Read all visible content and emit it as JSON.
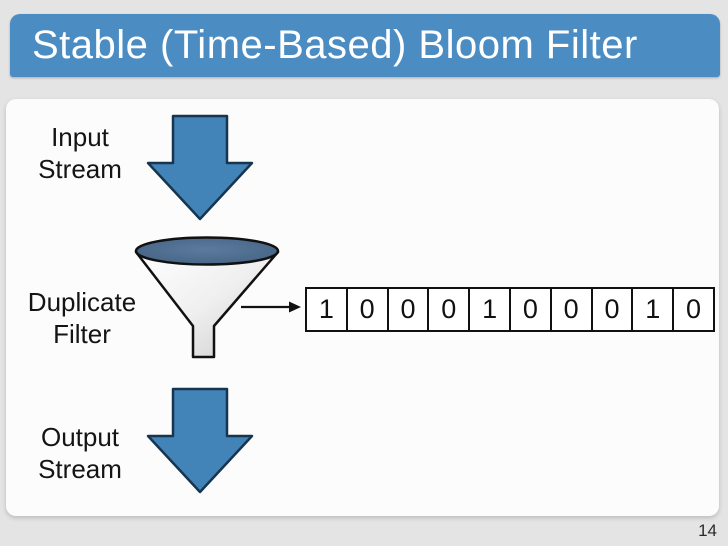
{
  "slide": {
    "title": "Stable (Time-Based) Bloom Filter",
    "page_number": "14",
    "colors": {
      "title_bar_blue": "#4b8cc2",
      "slide_background": "#e4e4e4",
      "panel_background": "#fcfcfc",
      "arrow_fill": "#4284b8",
      "arrow_outline": "#17354f",
      "funnel_top_blue": "#4a6a8c",
      "text": "#141414"
    }
  },
  "diagram": {
    "input_label": "Input\nStream",
    "filter_label": "Duplicate\nFilter",
    "output_label": "Output\nStream",
    "bit_array": [
      "1",
      "0",
      "0",
      "0",
      "1",
      "0",
      "0",
      "0",
      "1",
      "0"
    ],
    "icons": {
      "input_flow": "down-arrow-icon",
      "filter": "funnel-icon",
      "to_array": "right-arrow-icon",
      "output_flow": "down-arrow-icon"
    }
  }
}
